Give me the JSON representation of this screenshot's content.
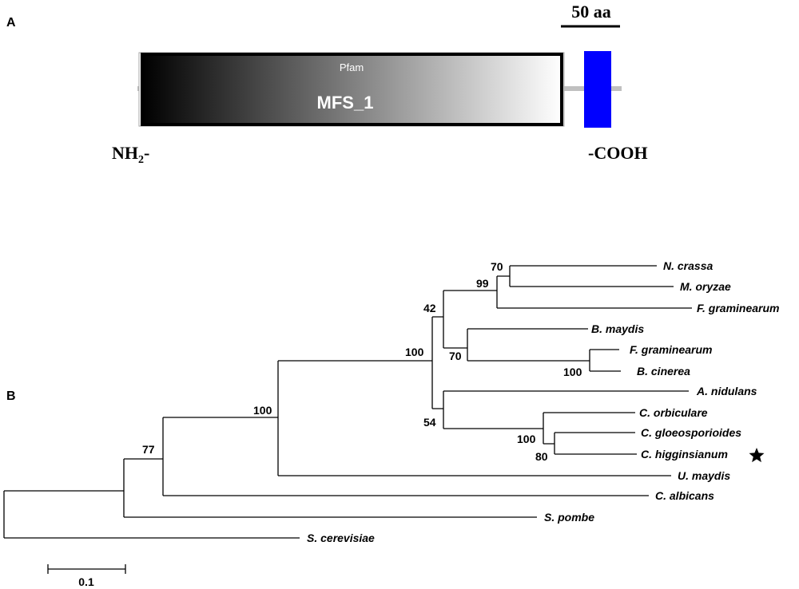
{
  "panel_a": {
    "label": "A",
    "domain_source": "Pfam",
    "domain_name": "MFS_1",
    "scale_label": "50 aa",
    "n_terminus_prefix": "NH",
    "n_terminus_sub": "2",
    "n_terminus_suffix": "-",
    "c_terminus": "-COOH",
    "tm_color": "#0000ff",
    "backbone_color": "#c0c0c0"
  },
  "panel_b": {
    "label": "B",
    "scale_label": "0.1",
    "leaves": [
      "N. crassa",
      "M. oryzae",
      "F. graminearum",
      "B. maydis",
      "F. graminearum",
      "B. cinerea",
      "A. nidulans",
      "C. orbiculare",
      "C. gloeosporioides",
      "C. higginsianum",
      "U. maydis",
      "C. albicans",
      "S. pombe",
      "S. cerevisiae"
    ],
    "highlight_leaf": "C. higginsianum",
    "highlight_icon": "star-icon",
    "bootstrap": [
      "70",
      "99",
      "42",
      "100",
      "70",
      "100",
      "100",
      "54",
      "100",
      "80",
      "77"
    ]
  }
}
